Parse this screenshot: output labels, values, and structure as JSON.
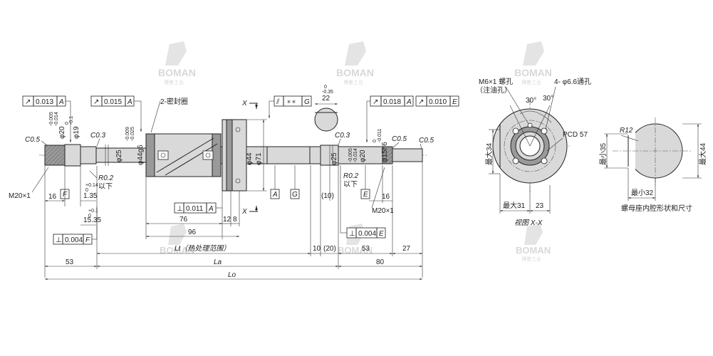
{
  "watermark": {
    "brand": "BOMAN",
    "sub": "博曼工业"
  },
  "tolerances": {
    "runout_left": "0.013",
    "ref_a1": "A",
    "runout_mid": "0.015",
    "ref_a2": "A",
    "perp_flange": "0.011",
    "ref_a3": "A",
    "perp_bottom": "0.004",
    "ref_f": "F",
    "perp_right": "0.004",
    "ref_e": "E",
    "runout_r1": "0.018",
    "ref_a4": "A",
    "runout_r2": "0.010",
    "ref_e2": "E",
    "flat_g": "G",
    "flat_stars": "＊＊"
  },
  "labels": {
    "c05_left": "C0.5",
    "c03_left": "C0.3",
    "c03_right": "C0.3",
    "c05_right1": "C0.5",
    "c05_right2": "C0.5",
    "seal": "2-密封圈",
    "phi25_left": "φ25",
    "phi44g6": "φ44g6",
    "phi44": "φ44",
    "phi71": "φ71",
    "phi25_right": "φ25",
    "phi20_right": "φ20",
    "phi15h6": "φ15h6",
    "phi19": "φ19",
    "phi20_left": "φ20",
    "tol_20_up": "-0.005",
    "tol_20_dn": "-0.014",
    "tol_19_up": "0",
    "tol_19_dn": "-0.1",
    "tol_44_up": "-0.009",
    "tol_44_dn": "-0.025",
    "tol_22_up": "0",
    "tol_22_dn": "-0.35",
    "tol_r20_up": "-0.005",
    "tol_r20_dn": "-0.014",
    "tol_15_up": "0",
    "tol_15_dn": "-0.011",
    "r02_left": "R0.2",
    "yixia_left": "以下",
    "r02_right": "R0.2",
    "yixia_right": "以下",
    "m20_left": "M20×1",
    "m20_right": "M20×1",
    "d16_left": "16",
    "f_ref": "F",
    "d135": "1.35",
    "d135_tol": "+0.14",
    "d135_tol0": "0",
    "d1535": "15.35",
    "d1535_tol": "+0.1",
    "d1535_tol0": "0",
    "d76": "76",
    "d12": "12",
    "d8": "8",
    "d96": "96",
    "d22": "22",
    "d10p": "(10)",
    "d16_right": "16",
    "e_ref": "E",
    "a_ref": "A",
    "g_ref": "G",
    "x_top": "X",
    "x_bot": "X",
    "lt": "Lt（热处理范围）",
    "d10": "10",
    "d20p": "(20)",
    "d53_right": "53",
    "d27": "27",
    "d53_left": "53",
    "la": "La",
    "d80": "80",
    "lo": "Lo"
  },
  "side_view": {
    "m6": "M6×1 螺孔",
    "oil": "（注油孔）",
    "holes": "4- φ6.6通孔",
    "deg30a": "30°",
    "deg30b": "30°",
    "pcd": "PCD 57",
    "max34": "最大34",
    "max31": "最大31",
    "d23": "23",
    "caption": "视图 X-X"
  },
  "section_view": {
    "r12": "R12",
    "min35": "最小35",
    "max44": "最大44",
    "min32": "最小32",
    "caption": "螺母座内腔形状和尺寸"
  }
}
